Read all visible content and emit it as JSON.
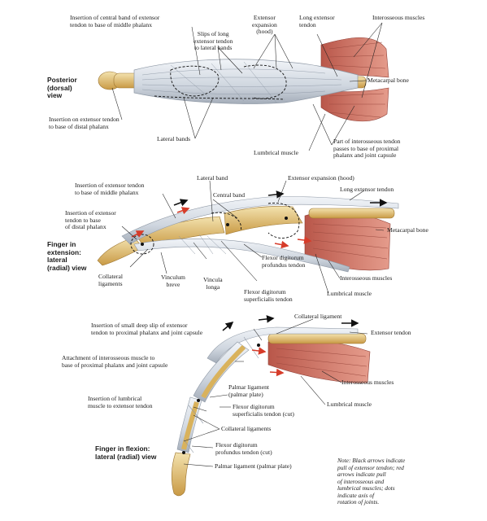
{
  "views": {
    "posterior": [
      "Posterior",
      "(dorsal)",
      "view"
    ],
    "extension": [
      "Finger in",
      "extension:",
      "lateral",
      "(radial) view"
    ],
    "flexion": [
      "Finger in flexion:",
      "lateral (radial) view"
    ]
  },
  "labels": {
    "top_central_band": [
      "Insertion of central band of extensor",
      "tendon to base of middle phalanx"
    ],
    "top_extensor_expansion": [
      "Extensor",
      "expansion",
      "(hood)"
    ],
    "top_long_extensor": [
      "Long extensor",
      "tendon"
    ],
    "top_interosseous": [
      "Interosseous muscles"
    ],
    "top_slips": [
      "Slips of long",
      "extensor tendon",
      "to lateral bands"
    ],
    "top_metacarpal": [
      "Metacarpal bone"
    ],
    "top_distal_insertion": [
      "Insertion on extensor tendon",
      "to base of distal phalanx"
    ],
    "top_lateral_bands": [
      "Lateral bands"
    ],
    "top_lumbrical": [
      "Lumbrical muscle"
    ],
    "top_part_interosseous": [
      "Part of interosseous tendon",
      "passes to base of proximal",
      "phalanx and joint capsule"
    ],
    "mid_insertion_middle": [
      "Insertion of extensor tendon",
      "to base of middle phalanx"
    ],
    "mid_lateral_band": [
      "Lateral band"
    ],
    "mid_central_band": [
      "Central band"
    ],
    "mid_extensor_expansion": [
      "Extensor expansion (hood)"
    ],
    "mid_long_extensor": [
      "Long extensor tendon"
    ],
    "mid_insertion_distal": [
      "Insertion of extensor",
      "tendon to base",
      "of distal phalanx"
    ],
    "mid_metacarpal": [
      "Metacarpal bone"
    ],
    "mid_collateral": [
      "Collateral",
      "ligaments"
    ],
    "mid_vinculum_breve": [
      "Vinculum",
      "breve"
    ],
    "mid_vincula_longa": [
      "Vincula",
      "longa"
    ],
    "mid_fdp": [
      "Flexor digitorum",
      "profundus tendon"
    ],
    "mid_fds": [
      "Flexor digitorum",
      "superficialis tendon"
    ],
    "mid_interosseous": [
      "Interosseous muscles"
    ],
    "mid_lumbrical": [
      "Lumbrical muscle"
    ],
    "bot_deep_slip": [
      "Insertion of small deep slip of extensor",
      "tendon to proximal phalanx and joint capsule"
    ],
    "bot_collateral_lig": [
      "Collateral ligament"
    ],
    "bot_extensor_tendon": [
      "Extensor tendon"
    ],
    "bot_attachment": [
      "Attachment of interosseous muscle to",
      "base of proximal phalanx and joint capsule"
    ],
    "bot_interosseous": [
      "Interosseous muscles"
    ],
    "bot_palmar_lig": [
      "Palmar ligament",
      "(palmar plate)"
    ],
    "bot_lumbrical_insertion": [
      "Insertion of lumbrical",
      "muscle to extensor tendon"
    ],
    "bot_fds_cut": [
      "Flexor digitorum",
      "superficialis tendon (cut)"
    ],
    "bot_lumbrical": [
      "Lumbrical muscle"
    ],
    "bot_collateral_ligs": [
      "Collateral ligaments"
    ],
    "bot_fdp_cut": [
      "Flexor digitorum",
      "profundus tendon (cut)"
    ],
    "bot_palmar_lig2": [
      "Palmar ligament (palmar plate)"
    ]
  },
  "note": [
    "Note: Black arrows indicate",
    "pull of extensor tendon; red",
    "arrows indicate pull",
    "of interosseous and",
    "lumbrical muscles; dots",
    "indicate axis of",
    "rotation of joints."
  ],
  "colors": {
    "bone": "#d9b25c",
    "bone_light": "#f2dfaa",
    "tendon": "#dde3ea",
    "tendon_shadow": "#a9b3bf",
    "muscle": "#c96a5c",
    "muscle_light": "#e7a596",
    "arrow_black": "#111111",
    "arrow_red": "#d63c2a"
  }
}
